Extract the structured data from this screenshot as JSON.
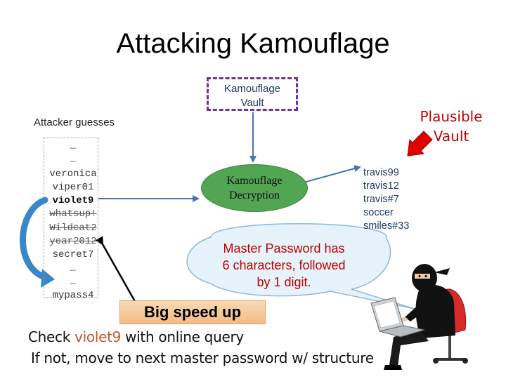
{
  "title": "Attacking Kamouflage",
  "vault": {
    "line1": "Kamouflage",
    "line2": "Vault"
  },
  "attacker_label": "Attacker guesses",
  "plausible_vault": {
    "line1": "Plausible",
    "line2": "Vault"
  },
  "guesses": [
    {
      "text": "…",
      "style": "normal"
    },
    {
      "text": "…",
      "style": "normal"
    },
    {
      "text": "veronica",
      "style": "normal"
    },
    {
      "text": "viper01",
      "style": "normal"
    },
    {
      "text": "violet9",
      "style": "bold"
    },
    {
      "text": "whatsup!",
      "style": "struck"
    },
    {
      "text": "Wildcat2",
      "style": "struck"
    },
    {
      "text": "year2012",
      "style": "struck"
    },
    {
      "text": "secret7",
      "style": "normal"
    },
    {
      "text": "…",
      "style": "normal"
    },
    {
      "text": "…",
      "style": "normal"
    },
    {
      "text": "mypass4",
      "style": "normal"
    }
  ],
  "decryption": {
    "line1": "Kamouflage",
    "line2": "Decryption"
  },
  "plausible_passwords": [
    "travis99",
    "travis12",
    "travis#7",
    "soccer",
    "smiles#33"
  ],
  "bubble": {
    "line1": "Master Password has",
    "line2": "6 characters, followed",
    "line3": "by 1 digit."
  },
  "speedup_label": "Big speed up",
  "check_line": {
    "prefix": "Check ",
    "word": "violet9",
    "suffix": " with online query"
  },
  "next_line": "If not, move to next master password w/ structure",
  "colors": {
    "vault_border": "#7030a0",
    "arrow": "#4a72b0",
    "decryption_fill": "#52a552",
    "plausible_red": "#c00000",
    "curved_arrow": "#3a86c8"
  }
}
